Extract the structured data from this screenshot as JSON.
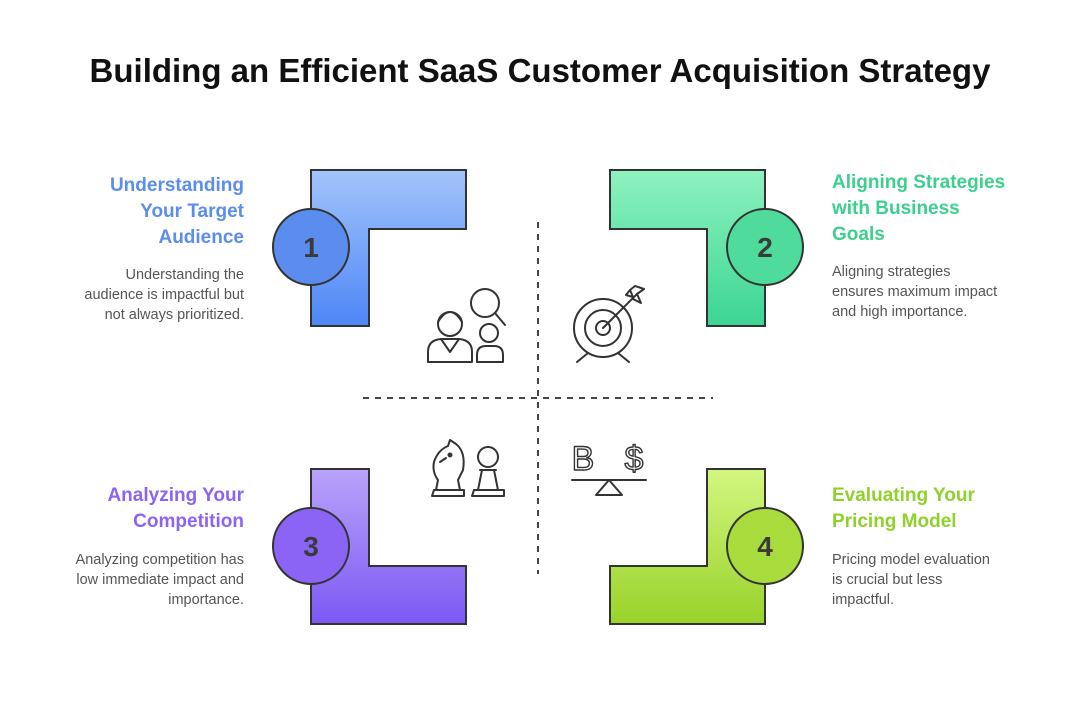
{
  "title": "Building an Efficient SaaS Customer Acquisition Strategy",
  "quadrants": [
    {
      "number": "1",
      "title_lines": [
        "Understanding",
        "Your Target",
        "Audience"
      ],
      "description_lines": [
        "Understanding the",
        "audience is impactful but",
        "not always prioritized."
      ],
      "color": "#5b8def",
      "icon": "audience-icon"
    },
    {
      "number": "2",
      "title_lines": [
        "Aligning Strategies",
        "with Business",
        "Goals"
      ],
      "description_lines": [
        "Aligning strategies",
        "ensures maximum impact",
        "and high importance."
      ],
      "color": "#3ccf8e",
      "icon": "target-icon"
    },
    {
      "number": "3",
      "title_lines": [
        "Analyzing Your",
        "Competition"
      ],
      "description_lines": [
        "Analyzing competition has",
        "low immediate impact and",
        "importance."
      ],
      "color": "#8b64f5",
      "icon": "chess-pieces-icon"
    },
    {
      "number": "4",
      "title_lines": [
        "Evaluating Your",
        "Pricing Model"
      ],
      "description_lines": [
        "Pricing model evaluation",
        "is crucial but less",
        "impactful."
      ],
      "color": "#8ed12a",
      "icon": "currency-balance-icon"
    }
  ],
  "icon_glyphs": {
    "baht": "B",
    "dollar": "$"
  }
}
